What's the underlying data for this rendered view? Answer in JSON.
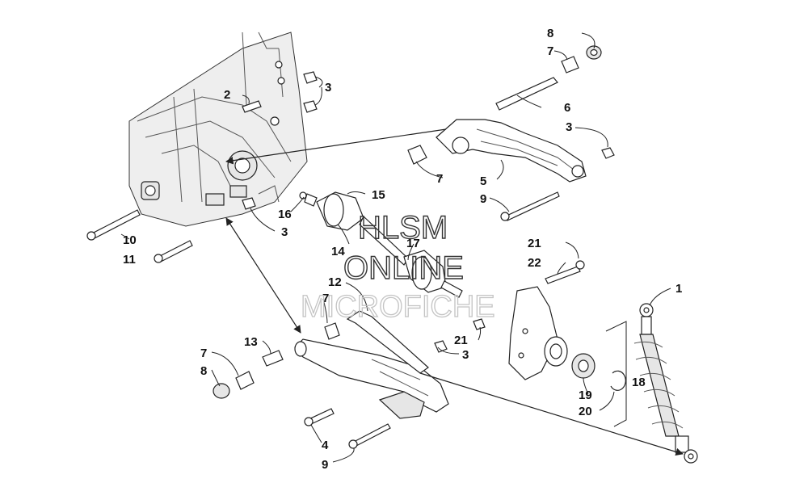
{
  "watermark": {
    "line1": "HLSM",
    "line2": "ONLINE",
    "line3": "MICROFICHE"
  },
  "callouts": {
    "c1": "1",
    "c2": "2",
    "c3a": "3",
    "c3b": "3",
    "c3c": "3",
    "c3d": "3",
    "c4": "4",
    "c5": "5",
    "c6": "6",
    "c7a": "7",
    "c7b": "7",
    "c7c": "7",
    "c7d": "7",
    "c8a": "8",
    "c8b": "8",
    "c9a": "9",
    "c9b": "9",
    "c10": "10",
    "c11": "11",
    "c12": "12",
    "c13": "13",
    "c14": "14",
    "c15": "15",
    "c16": "16",
    "c17": "17",
    "c18": "18",
    "c19": "19",
    "c20": "20",
    "c21a": "21",
    "c21b": "21",
    "c22": "22"
  }
}
